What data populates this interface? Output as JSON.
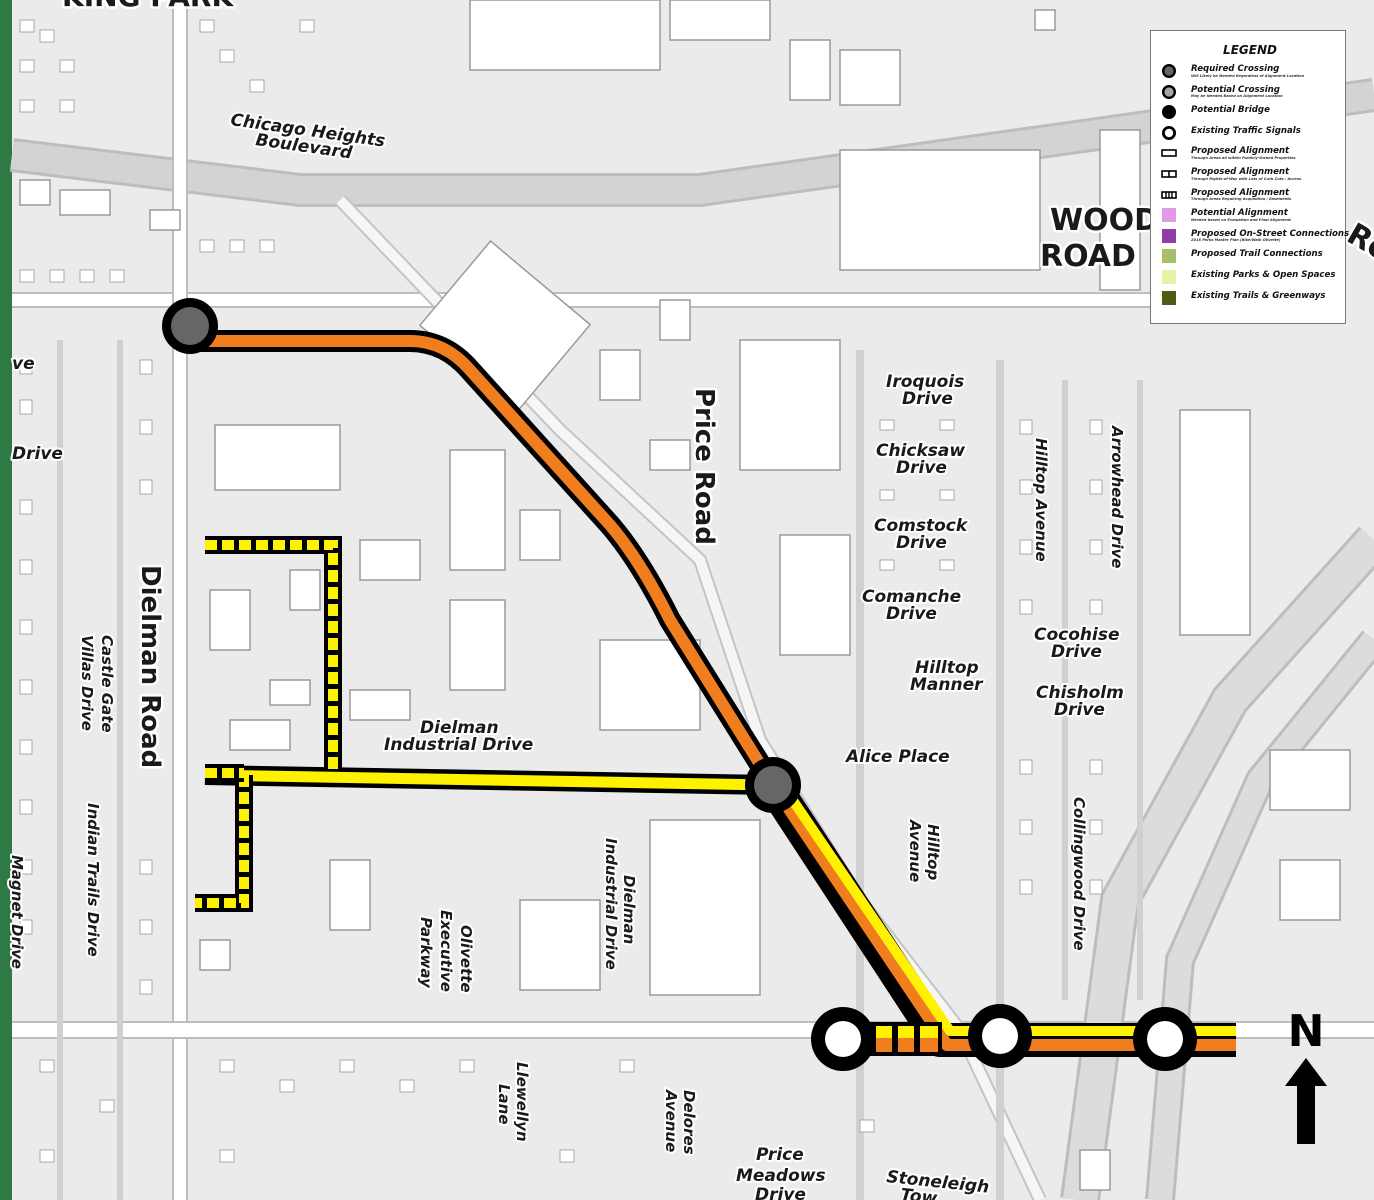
{
  "legend": {
    "title": "LEGEND",
    "items": [
      {
        "label": "Required Crossing",
        "sub": "Will Likely be Needed Regardless of Alignment Location",
        "symbol": "circle-gray",
        "color": "#666666"
      },
      {
        "label": "Potential Crossing",
        "sub": "May be Needed Based on Alignment Location",
        "symbol": "circle-light",
        "color": "#a6a6a6"
      },
      {
        "label": "Potential Bridge",
        "sub": "",
        "symbol": "circle-black",
        "color": "#000000"
      },
      {
        "label": "Existing Traffic Signals",
        "sub": "",
        "symbol": "circle-white",
        "color": "#ffffff"
      },
      {
        "label": "Proposed Alignment",
        "sub": "Through Areas all within Publicly-Owned Properties",
        "symbol": "rect-solid",
        "color": "#ffffff"
      },
      {
        "label": "Proposed Alignment",
        "sub": "Through Rights-of-Way with Lots of Curb Cuts / Access",
        "symbol": "rect-divided",
        "color": "#ffffff"
      },
      {
        "label": "Proposed Alignment",
        "sub": "Through Areas Requiring Acquisition / Easements",
        "symbol": "rect-dashed",
        "color": "#ffffff"
      },
      {
        "label": "Potential Alignment",
        "sub": "Needed based on Evaluation and Final Alignment",
        "symbol": "square",
        "color": "#e19ae6"
      },
      {
        "label": "Proposed On-Street Connections",
        "sub": "2018 Parks Master Plan (Bike/Walk Olivette)",
        "symbol": "square",
        "color": "#8d3fa6"
      },
      {
        "label": "Proposed Trail Connections",
        "sub": "",
        "symbol": "square",
        "color": "#a6bf6a"
      },
      {
        "label": "Existing Parks & Open Spaces",
        "sub": "",
        "symbol": "square",
        "color": "#e6f2a6"
      },
      {
        "label": "Existing Trails & Greenways",
        "sub": "",
        "symbol": "square",
        "color": "#4d5e14"
      }
    ]
  },
  "labels": {
    "king_park": "KING PARK",
    "chicago1": "Chicago Heights",
    "chicago2": "Boulevard",
    "woodson1": "WOOD",
    "woodson2": "ROAD",
    "road_cut": "Ro",
    "ve": "ve",
    "drive_left": "Drive",
    "iroquois1": "Iroquois",
    "iroquois2": "Drive",
    "chicksaw1": "Chicksaw",
    "chicksaw2": "Drive",
    "comstock1": "Comstock",
    "comstock2": "Drive",
    "comanche1": "Comanche",
    "comanche2": "Drive",
    "hilltop_manner1": "Hilltop",
    "hilltop_manner2": "Manner",
    "cocohise1": "Cocohise",
    "cocohise2": "Drive",
    "chisholm1": "Chisholm",
    "chisholm2": "Drive",
    "alice": "Alice Place",
    "dielman_ind1": "Dielman",
    "dielman_ind2": "Industrial Drive",
    "price_road": "Price Road",
    "hilltop_ave": "Hilltop Avenue",
    "arrowhead": "Arrowhead Drive",
    "dielman_road": "Dielman Road",
    "castle1": "Castle Gate",
    "castle2": "Villas Drive",
    "indian": "Indian Trails Drive",
    "magnet": "Magnet Drive",
    "olivette1": "Olivette",
    "olivette2": "Executive",
    "olivette3": "Parkway",
    "dielman_v1": "Dielman",
    "dielman_v2": "Industrial Drive",
    "hilltop_ave2_1": "Hilltop",
    "hilltop_ave2_2": "Avenue",
    "collingwood": "Collingwood Drive",
    "llewellyn1": "Llewellyn",
    "llewellyn2": "Lane",
    "delores1": "Delores",
    "delores2": "Avenue",
    "price_meadows1": "Price",
    "price_meadows2": "Meadows",
    "price_meadows3": "Drive",
    "stoneleigh1": "Stoneleigh",
    "stoneleigh2": "Tow"
  },
  "north": "N",
  "colors": {
    "orange": "#f07d1e",
    "yellow": "#fff200",
    "crossing": "#666666",
    "frame": "#2d7a45"
  }
}
